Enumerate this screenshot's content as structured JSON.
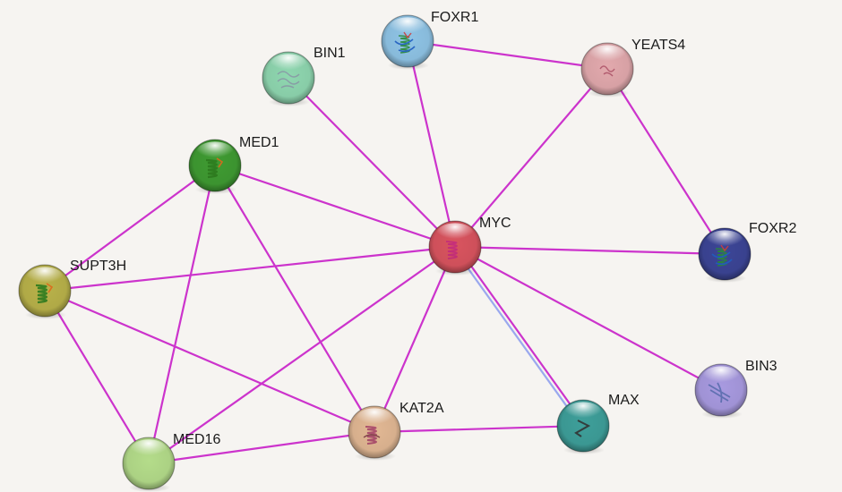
{
  "network": {
    "nodes": [
      {
        "id": "MYC",
        "label": "MYC",
        "color": "#d9545f",
        "structure": "helix-magenta"
      },
      {
        "id": "FOXR1",
        "label": "FOXR1",
        "color": "#8fc4e6",
        "structure": "dna-binding"
      },
      {
        "id": "YEATS4",
        "label": "YEATS4",
        "color": "#e2a9ad",
        "structure": "small-coil"
      },
      {
        "id": "BIN1",
        "label": "BIN1",
        "color": "#8fd7b0",
        "structure": "sheet-grey"
      },
      {
        "id": "MED1",
        "label": "MED1",
        "color": "#3f9b32",
        "structure": "helix-green"
      },
      {
        "id": "FOXR2",
        "label": "FOXR2",
        "color": "#3c4596",
        "structure": "dna-binding"
      },
      {
        "id": "SUPT3H",
        "label": "SUPT3H",
        "color": "#b9b24a",
        "structure": "helix-green"
      },
      {
        "id": "BIN3",
        "label": "BIN3",
        "color": "#a89ae0",
        "structure": "sheet-blue"
      },
      {
        "id": "MAX",
        "label": "MAX",
        "color": "#3e9f9a",
        "structure": "helix-dark"
      },
      {
        "id": "KAT2A",
        "label": "KAT2A",
        "color": "#e2b894",
        "structure": "helix-pink"
      },
      {
        "id": "MED16",
        "label": "MED16",
        "color": "#b4dc8a",
        "structure": "none"
      }
    ],
    "edges": [
      {
        "from": "MYC",
        "to": "FOXR1"
      },
      {
        "from": "MYC",
        "to": "YEATS4"
      },
      {
        "from": "MYC",
        "to": "BIN1"
      },
      {
        "from": "MYC",
        "to": "MED1"
      },
      {
        "from": "MYC",
        "to": "FOXR2"
      },
      {
        "from": "MYC",
        "to": "SUPT3H"
      },
      {
        "from": "MYC",
        "to": "BIN3"
      },
      {
        "from": "MYC",
        "to": "MAX",
        "extra": true
      },
      {
        "from": "MYC",
        "to": "KAT2A"
      },
      {
        "from": "MYC",
        "to": "MED16"
      },
      {
        "from": "FOXR1",
        "to": "YEATS4"
      },
      {
        "from": "YEATS4",
        "to": "FOXR2"
      },
      {
        "from": "MED1",
        "to": "SUPT3H"
      },
      {
        "from": "MED1",
        "to": "MED16"
      },
      {
        "from": "MED1",
        "to": "KAT2A"
      },
      {
        "from": "SUPT3H",
        "to": "KAT2A"
      },
      {
        "from": "SUPT3H",
        "to": "MED16"
      },
      {
        "from": "KAT2A",
        "to": "MED16"
      },
      {
        "from": "KAT2A",
        "to": "MAX"
      }
    ],
    "edge_color": "#cc33cc",
    "extra_edge_color": "#9aa8ee"
  }
}
